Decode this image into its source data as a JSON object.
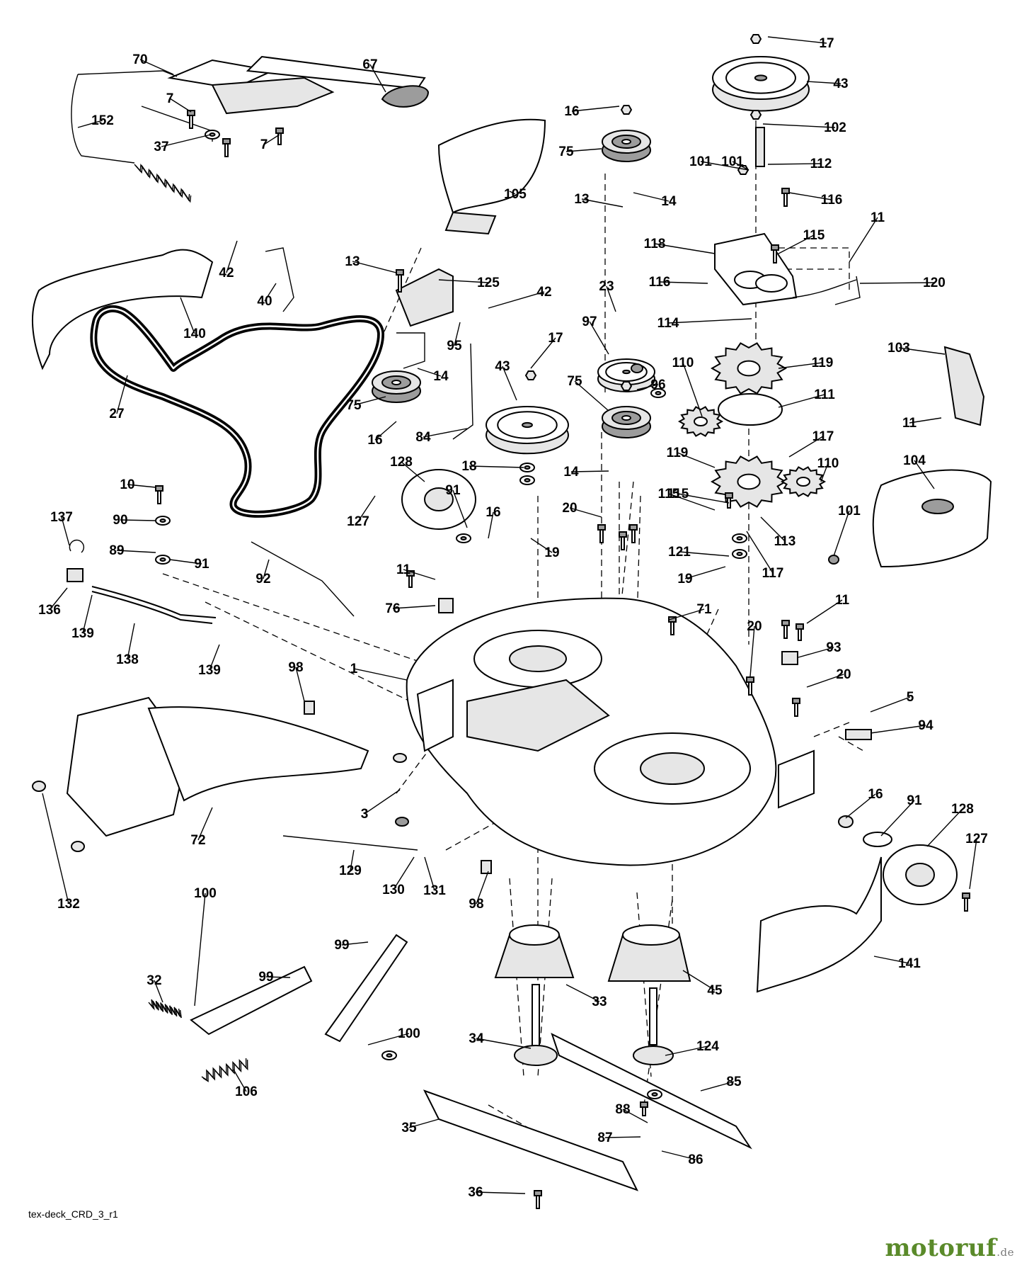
{
  "diagram": {
    "footer_code": "tex-deck_CRD_3_r1",
    "brand": {
      "name": "motoruf",
      "suffix": ".de",
      "color": "#5a8a2a"
    },
    "callouts": [
      "1",
      "3",
      "5",
      "7",
      "10",
      "11",
      "13",
      "14",
      "16",
      "17",
      "18",
      "19",
      "20",
      "23",
      "27",
      "32",
      "33",
      "34",
      "35",
      "36",
      "37",
      "40",
      "42",
      "43",
      "45",
      "67",
      "70",
      "71",
      "72",
      "75",
      "76",
      "84",
      "85",
      "86",
      "87",
      "88",
      "89",
      "90",
      "91",
      "92",
      "93",
      "94",
      "95",
      "96",
      "97",
      "98",
      "99",
      "100",
      "101",
      "102",
      "103",
      "104",
      "105",
      "106",
      "110",
      "111",
      "112",
      "113",
      "114",
      "115",
      "116",
      "117",
      "118",
      "119",
      "120",
      "121",
      "124",
      "125",
      "127",
      "128",
      "129",
      "130",
      "131",
      "132",
      "136",
      "137",
      "138",
      "139",
      "140",
      "141",
      "152"
    ]
  }
}
